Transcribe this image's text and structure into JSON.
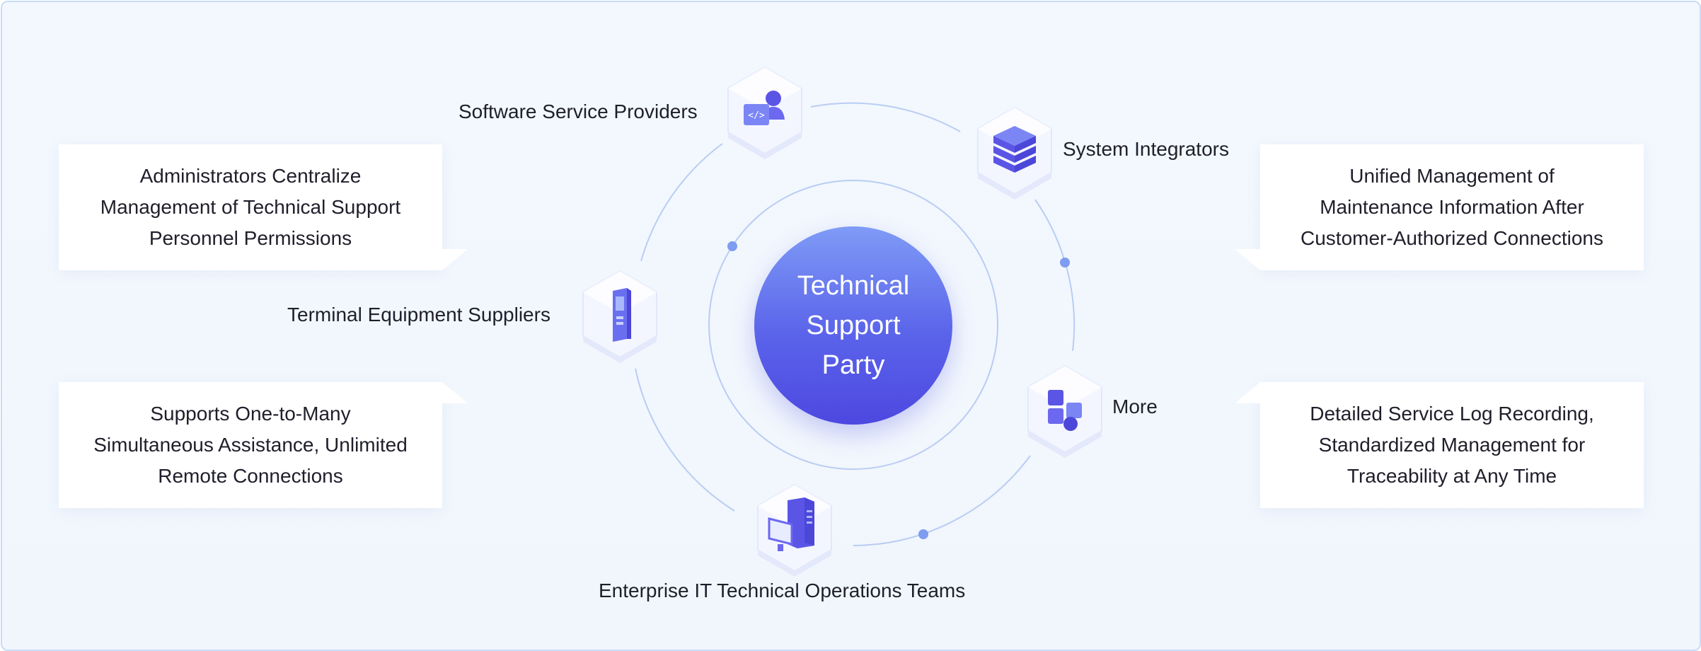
{
  "center": {
    "lines": [
      "Technical",
      "Support",
      "Party"
    ]
  },
  "nodes": {
    "software": {
      "label": "Software Service Providers",
      "icon": "code-user-icon"
    },
    "integrators": {
      "label": "System Integrators",
      "icon": "server-stack-icon"
    },
    "terminal": {
      "label": "Terminal Equipment Suppliers",
      "icon": "kiosk-terminal-icon"
    },
    "more": {
      "label": "More",
      "icon": "puzzle-blocks-icon"
    },
    "enterprise": {
      "label": "Enterprise IT Technical Operations Teams",
      "icon": "desktop-tower-icon"
    }
  },
  "callouts": {
    "top_left": [
      "Administrators Centralize",
      "Management of Technical Support",
      "Personnel Permissions"
    ],
    "bottom_left": [
      "Supports One-to-Many",
      "Simultaneous Assistance, Unlimited",
      "Remote Connections"
    ],
    "top_right": [
      "Unified Management of",
      "Maintenance Information After",
      "Customer-Authorized Connections"
    ],
    "bottom_right": [
      "Detailed Service Log Recording,",
      "Standardized Management for",
      "Traceability at Any Time"
    ]
  },
  "colors": {
    "accent": "#5a63ea",
    "ring": "#b9cdf3",
    "dot": "#7e9cf0",
    "background": "#f1f6fd",
    "border": "#c8dcf7"
  }
}
